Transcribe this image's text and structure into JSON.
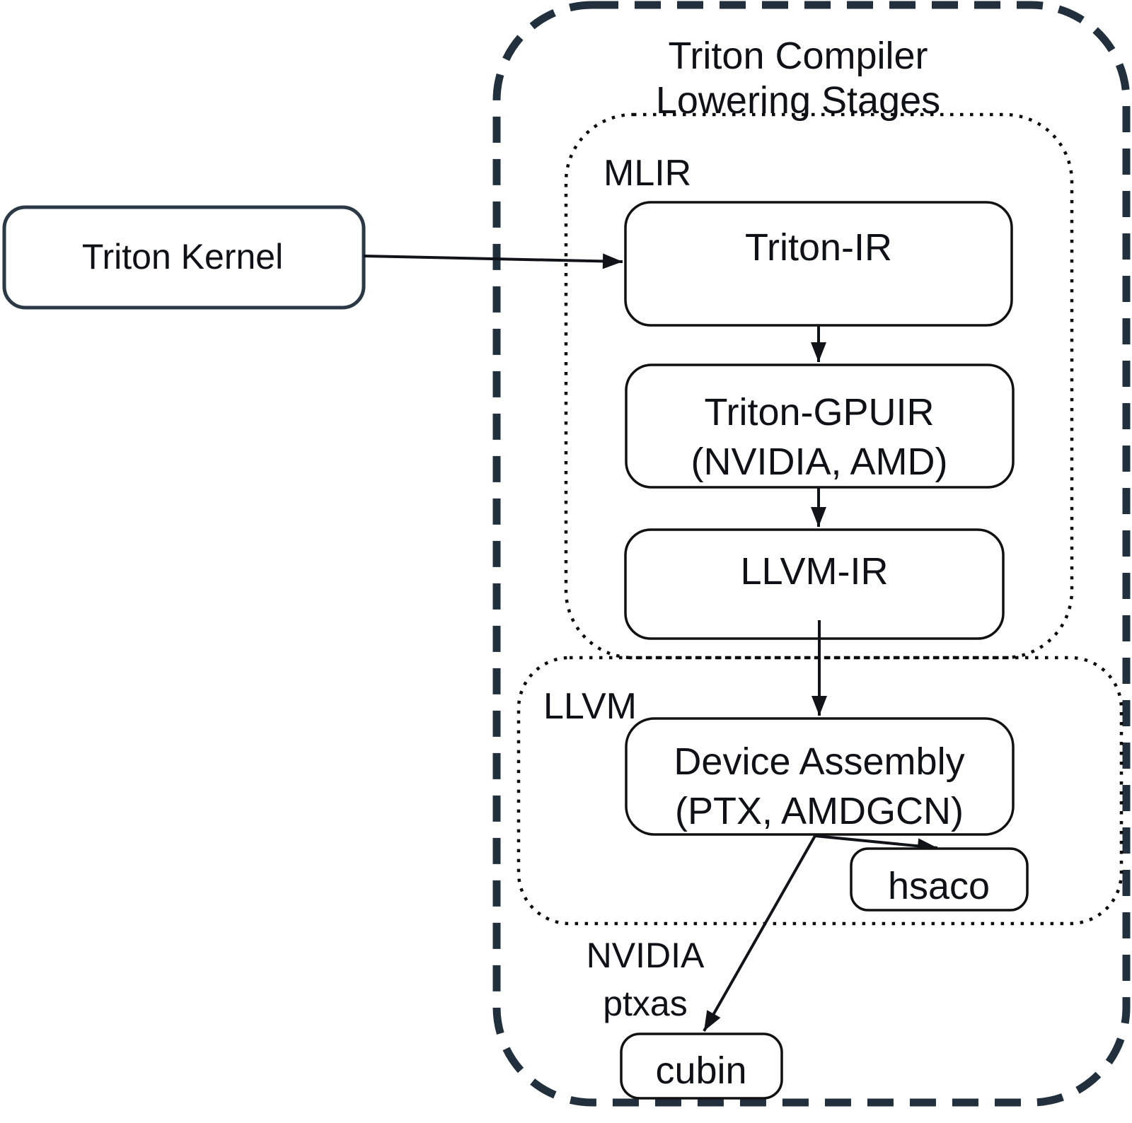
{
  "diagram": {
    "title_line1": "Triton Compiler",
    "title_line2": "Lowering Stages",
    "groups": {
      "mlir_label": "MLIR",
      "llvm_label": "LLVM"
    },
    "nodes": {
      "triton_kernel": "Triton Kernel",
      "triton_ir": "Triton-IR",
      "triton_gpuir_line1": "Triton-GPUIR",
      "triton_gpuir_line2": "(NVIDIA, AMD)",
      "llvm_ir": "LLVM-IR",
      "device_assembly_line1": "Device Assembly",
      "device_assembly_line2": "(PTX, AMDGCN)",
      "hsaco": "hsaco",
      "cubin": "cubin"
    },
    "edge_labels": {
      "ptxas_line1": "NVIDIA",
      "ptxas_line2": "ptxas"
    },
    "colors": {
      "outer_border": "#22303e",
      "kernel_border": "#2b3845",
      "box_border": "#111111",
      "arrow": "#101418",
      "text": "#0e1116",
      "background": "#ffffff"
    }
  }
}
